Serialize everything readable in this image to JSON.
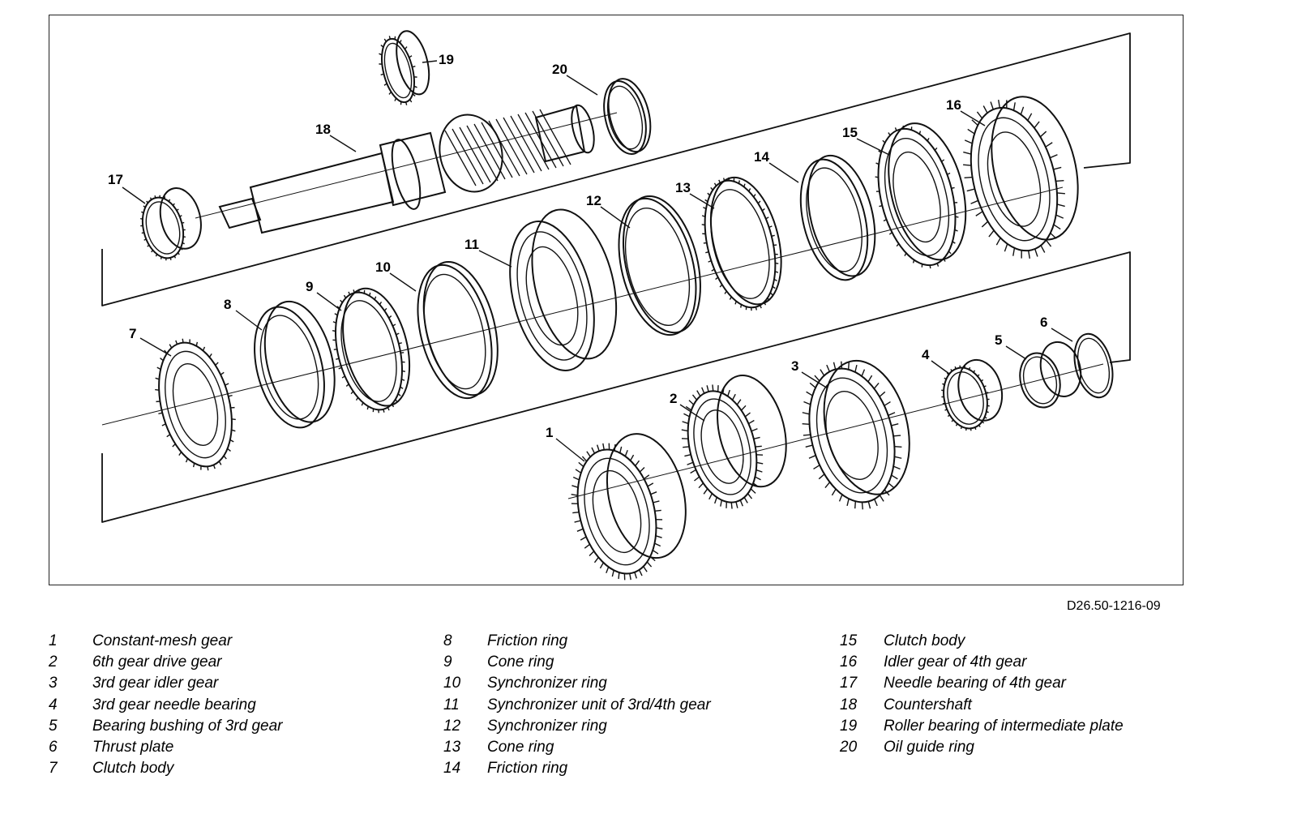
{
  "diagram": {
    "drawing_code": "D26.50-1216-09",
    "callouts": [
      "1",
      "2",
      "3",
      "4",
      "5",
      "6",
      "7",
      "8",
      "9",
      "10",
      "11",
      "12",
      "13",
      "14",
      "15",
      "16",
      "17",
      "18",
      "19",
      "20"
    ]
  },
  "legend": {
    "columns": [
      [
        {
          "num": "1",
          "text": "Constant-mesh gear"
        },
        {
          "num": "2",
          "text": "6th gear drive gear"
        },
        {
          "num": "3",
          "text": "3rd gear idler gear"
        },
        {
          "num": "4",
          "text": "3rd gear needle bearing"
        },
        {
          "num": "5",
          "text": "Bearing bushing of 3rd gear"
        },
        {
          "num": "6",
          "text": "Thrust plate"
        },
        {
          "num": "7",
          "text": "Clutch body"
        }
      ],
      [
        {
          "num": "8",
          "text": "Friction ring"
        },
        {
          "num": "9",
          "text": "Cone ring"
        },
        {
          "num": "10",
          "text": "Synchronizer ring"
        },
        {
          "num": "11",
          "text": "Synchronizer unit of 3rd/4th gear"
        },
        {
          "num": "12",
          "text": "Synchronizer ring"
        },
        {
          "num": "13",
          "text": "Cone ring"
        },
        {
          "num": "14",
          "text": "Friction ring"
        }
      ],
      [
        {
          "num": "15",
          "text": "Clutch body"
        },
        {
          "num": "16",
          "text": "Idler gear of 4th gear"
        },
        {
          "num": "17",
          "text": "Needle bearing of 4th gear"
        },
        {
          "num": "18",
          "text": "Countershaft"
        },
        {
          "num": "19",
          "text": "Roller bearing of intermediate plate"
        },
        {
          "num": "20",
          "text": "Oil guide ring"
        }
      ]
    ]
  }
}
